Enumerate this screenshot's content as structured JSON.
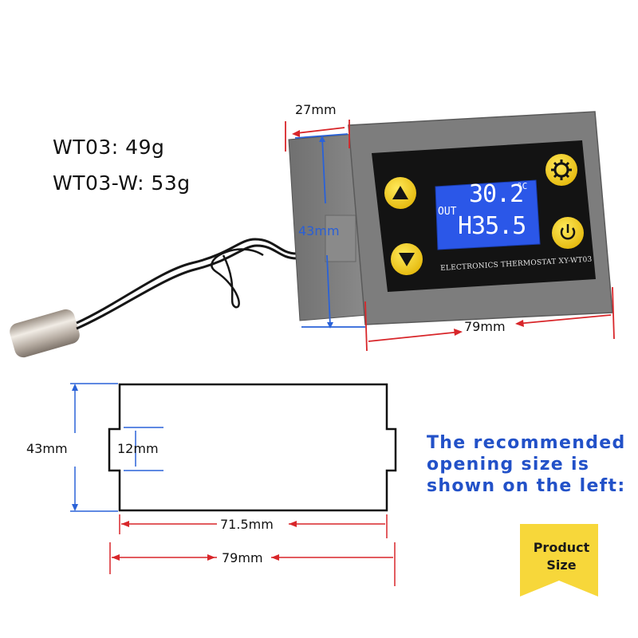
{
  "weights": {
    "wt03": "WT03: 49g",
    "wt03w": "WT03-W: 53g"
  },
  "device": {
    "display": {
      "out_label": "OUT",
      "temperature": "30.2",
      "unit": "°C",
      "humidity": "H35.5",
      "backlight_color": "#2b57e8"
    },
    "brand_text": "ELECTRONICS THERMOSTAT XY-WT03",
    "buttons": [
      "up-arrow-icon",
      "down-arrow-icon",
      "gear-icon",
      "power-icon"
    ],
    "button_color": "#f2cd16"
  },
  "dimensions": {
    "top_depth": "27mm",
    "side_height": "43mm",
    "width": "79mm"
  },
  "cutout": {
    "height": "43mm",
    "notch": "12mm",
    "inner_width": "71.5mm",
    "outer_width": "79mm"
  },
  "recommendation": {
    "lines": [
      "The recommended",
      "opening size is",
      "shown on the left:"
    ]
  },
  "badge": {
    "lines": [
      "Product",
      "Size"
    ],
    "color": "#f7d73a"
  }
}
